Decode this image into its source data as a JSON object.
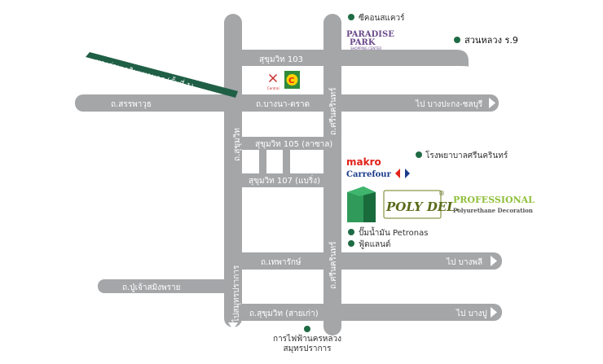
{
  "colors": {
    "road": "#a4a6a8",
    "expressway": "#1f5f45",
    "marker": "#1f6b45",
    "makro": "#e2231a",
    "carrefour": "#1a3a8a",
    "professional": "#8fbf3a",
    "building": "#1f7a4a"
  },
  "roads": {
    "sukhumvit103": "สุขุมวิท 103",
    "sanphawut": "ถ.สรรพาวุธ",
    "bangna_trat": "ถ.บางนา-ตราด",
    "to_bangpakong": "ไป บางปะกง-ชลบุรี",
    "sukhumvit105": "สุขุมวิท 105 (ลาซาล)",
    "sukhumvit107": "สุขุมวิท 107 (แบริ่ง)",
    "sukhumvit_vertical": "ถ.สุขุมวิท",
    "srinakarin_upper": "ถ.ศรีนครินทร์",
    "srinakarin_lower": "ถ.ศรีนครินทร์",
    "theparak": "ถ.เทพารักษ์",
    "to_bangphli": "ไป บางพลี",
    "pu_chao": "ถ.ปู่เจ้าสมิงพราย",
    "sukhumvit_old": "ถ.สุขุมวิท (สายเก่า)",
    "to_bangpu": "ไป บางปู",
    "to_samutprakan": "ไปสมุทรปราการ",
    "expressway": "ทางด่วนเฉลิมมหานคร (ขั้นที่ 1)"
  },
  "places": {
    "seacon": "ซีคอนสแควร์",
    "paradise_line1": "PARADISE",
    "paradise_line2": "PARK",
    "paradise_sub": "SHOPPING CENTER",
    "suanluang": "สวนหลวง ร.9",
    "central_caption": "Central",
    "srinakarin_hospital": "โรงพยาบาลศรีนครินทร์",
    "makro": "makro",
    "carrefour": "Carrefour",
    "petronas": "ปั๊มน้ำมัน Petronas",
    "foodland": "ฟู้ดแลนด์",
    "electricity_line1": "การไฟฟ้านครหลวง",
    "electricity_line2": "สมุทรปราการ"
  },
  "brand": {
    "logo_text": "POLY DEL.",
    "registered": "®",
    "professional": "PROFESSIONAL",
    "tagline": "Polyurethane Decoration"
  }
}
